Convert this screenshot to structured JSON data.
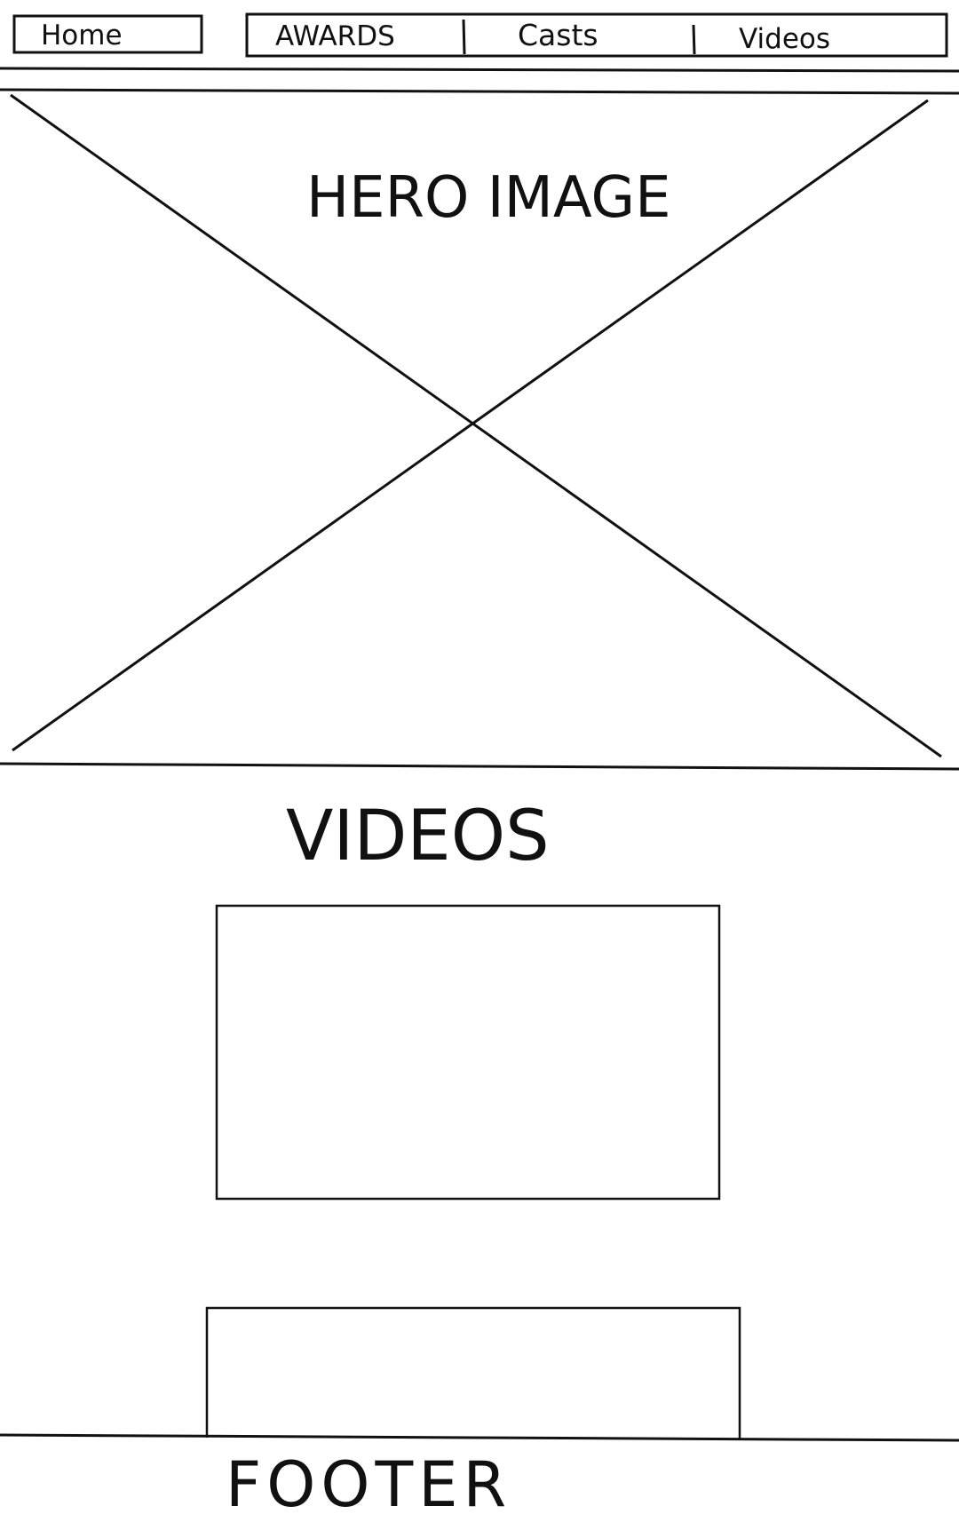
{
  "nav": {
    "home_label": "Home",
    "items": [
      {
        "label": "AWARDS"
      },
      {
        "label": "Casts"
      },
      {
        "label": "Videos"
      }
    ]
  },
  "hero": {
    "label": "HERO IMAGE"
  },
  "videos_section": {
    "title": "VIDEOS"
  },
  "footer": {
    "label": "FOOTER"
  },
  "colors": {
    "ink": "#111111",
    "paper": "#ffffff"
  }
}
